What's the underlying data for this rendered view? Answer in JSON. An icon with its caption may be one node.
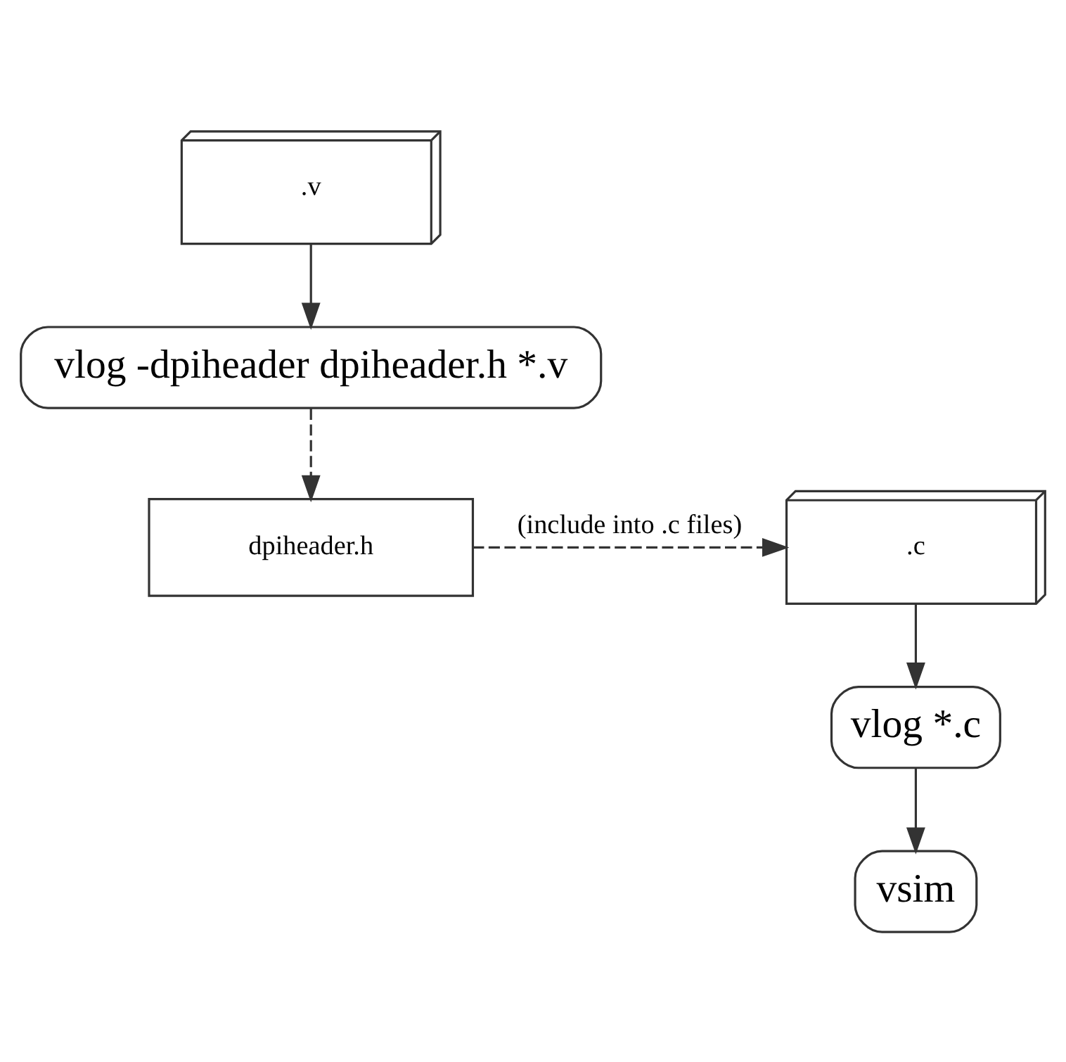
{
  "diagram": {
    "nodes": [
      {
        "text": [
          ".v"
        ]
      },
      {
        "text": [
          "vlog -dpiheader dpiheader.h *.v"
        ]
      },
      {
        "text": [
          "dpiheader.h"
        ]
      },
      {
        "text": [
          ".c"
        ]
      },
      {
        "text": [
          "vlog *.c"
        ]
      },
      {
        "text": [
          "vsim"
        ]
      }
    ],
    "edges": [
      {
        "from": 0,
        "to": 1,
        "arrow": "to"
      },
      {
        "from": 1,
        "to": 2,
        "arrow": "to",
        "style": "dashed"
      },
      {
        "from": 2,
        "to": 3,
        "arrow": "to",
        "style": "dashed",
        "label": "(include into .c files)"
      },
      {
        "from": 3,
        "to": 4,
        "arrow": "to"
      },
      {
        "from": 4,
        "to": 5,
        "arrow": "to"
      }
    ]
  }
}
